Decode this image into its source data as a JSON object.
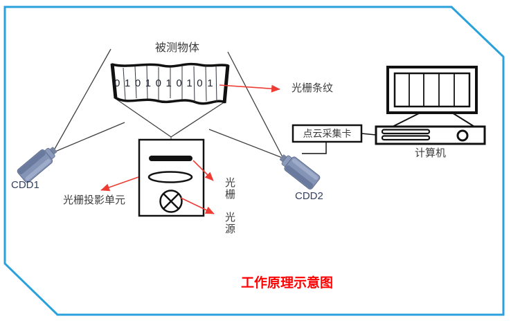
{
  "page": {
    "title": "工作原理示意图"
  },
  "labels": {
    "measured_object": "被测物体",
    "grating_fringe": "光栅条纹",
    "capture_card": "点云采集卡",
    "computer": "计算机",
    "cdd1": "CDD1",
    "cdd2": "CDD2",
    "projection_unit": "光栅投影单元",
    "grating": {
      "line1": "光",
      "line2": "栅"
    },
    "light_source": {
      "line1": "光",
      "line2": "源"
    },
    "stripe_digits": "0 1 0 1 0 1 0 1 0 1"
  },
  "colors": {
    "border_blue": "#29a2db",
    "arrow_red": "#ee3b33",
    "title_red": "#ff0000",
    "camera_body": "#8494b6",
    "camera_shade": "#6a7a9e",
    "camera_highlight": "#a2b0cc",
    "line_dark": "#3f3f3f",
    "shape_black": "#111111"
  }
}
